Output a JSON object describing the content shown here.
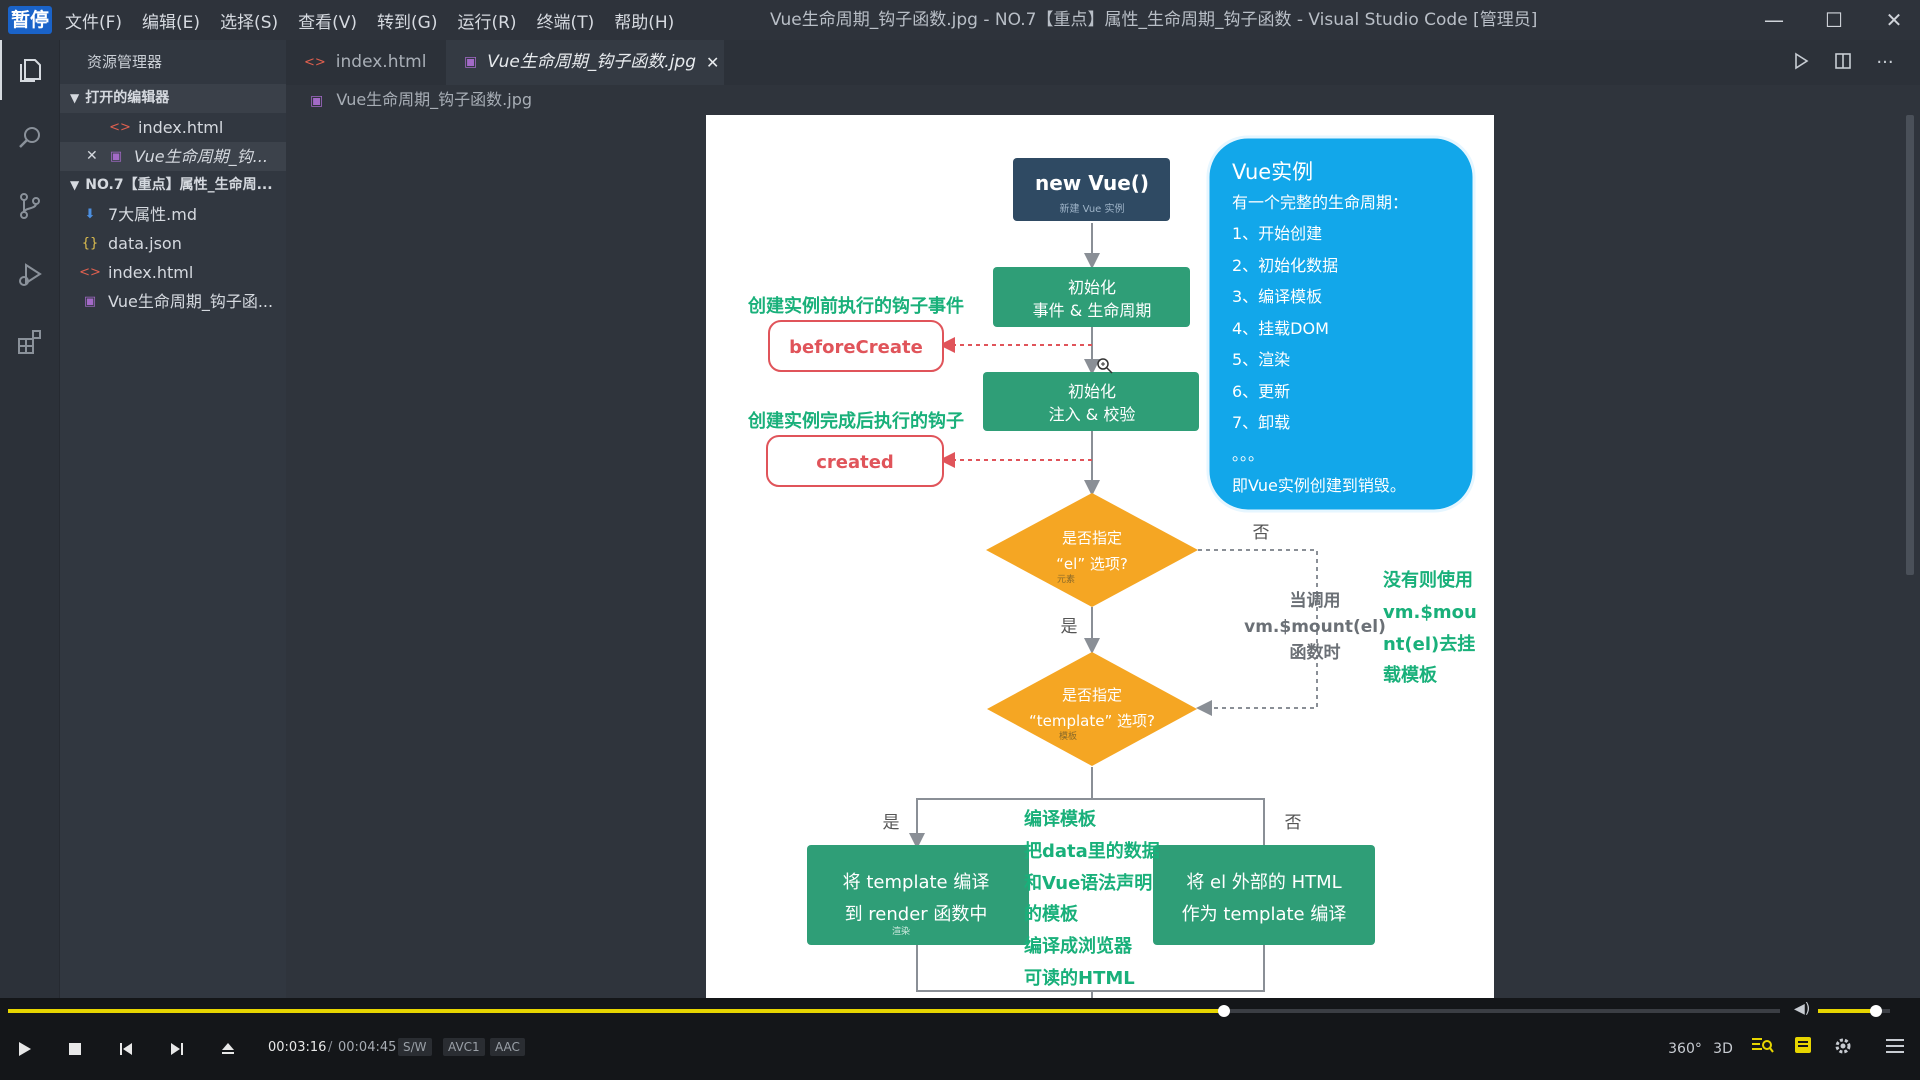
{
  "titlebar": {
    "logo_text": "暂停",
    "menu": [
      "文件(F)",
      "编辑(E)",
      "选择(S)",
      "查看(V)",
      "转到(G)",
      "运行(R)",
      "终端(T)",
      "帮助(H)"
    ],
    "window_title": "Vue生命周期_钩子函数.jpg - NO.7【重点】属性_生命周期_钩子函数 - Visual Studio Code [管理员]",
    "minimize": "—",
    "maximize": "☐",
    "close": "✕"
  },
  "sidebar": {
    "header": "资源管理器",
    "open_editors_label": "打开的编辑器",
    "open_editors": [
      {
        "name": "index.html",
        "icon": "html-icon"
      },
      {
        "name": "Vue生命周期_钩...",
        "icon": "image-icon",
        "close": "✕"
      }
    ],
    "folder_label": "NO.7【重点】属性_生命周...",
    "files": [
      {
        "name": "7大属性.md",
        "icon": "markdown-icon"
      },
      {
        "name": "data.json",
        "icon": "json-icon",
        "glyph": "{}"
      },
      {
        "name": "index.html",
        "icon": "html-icon",
        "glyph": "<>"
      },
      {
        "name": "Vue生命周期_钩子函...",
        "icon": "image-icon"
      }
    ]
  },
  "tabs": [
    {
      "label": "index.html",
      "icon": "html-icon",
      "glyph": "<>"
    },
    {
      "label": "Vue生命周期_钩子函数.jpg",
      "icon": "image-icon",
      "close": "✕"
    }
  ],
  "breadcrumb": "Vue生命周期_钩子函数.jpg",
  "diagram": {
    "new_vue": "new Vue()",
    "new_vue_sub": "新建 Vue 实例",
    "init1_line1": "初始化",
    "init1_line2": "事件 & 生命周期",
    "before_create_caption": "创建实例前执行的钩子事件",
    "before_create": "beforeCreate",
    "init2_line1": "初始化",
    "init2_line2": "注入 & 校验",
    "created_caption": "创建实例完成后执行的钩子",
    "created": "created",
    "el_q_line1": "是否指定",
    "el_q_line2": "“el” 选项?",
    "el_q_sub": "元素",
    "no1": "否",
    "yes1": "是",
    "mount_line1": "当调用",
    "mount_line2": "vm.$mount(el)",
    "mount_line3": "函数时",
    "green_note": [
      "没有则使用",
      "vm.$mou",
      "nt(el)去挂",
      "载模板"
    ],
    "tpl_q_line1": "是否指定",
    "tpl_q_line2": "“template” 选项?",
    "tpl_q_sub": "模板",
    "yes2": "是",
    "no2": "否",
    "compile_note": [
      "编译模板",
      "把data里的数据",
      "和Vue语法声明",
      "的模板",
      "编译成浏览器",
      "可读的HTML"
    ],
    "render_line1": "将 template 编译",
    "render_line2": "到 render 函数中",
    "render_sub": "渲染",
    "outer_line1": "将 el 外部的 HTML",
    "outer_line2": "作为 template 编译",
    "info_title": "Vue实例",
    "info_subtitle": "有一个完整的生命周期：",
    "info_items": [
      "1、开始创建",
      "2、初始化数据",
      "3、编译模板",
      "4、挂载DOM",
      "5、渲染",
      "6、更新",
      "7、卸载"
    ],
    "info_dots": "。。。",
    "info_footer": "即Vue实例创建到销毁。",
    "colors": {
      "green": "#2f9e77",
      "navy": "#2f4a63",
      "orange": "#f5a623",
      "red": "#e0545a",
      "blue": "#12a7ea",
      "text_green": "#19b07a"
    }
  },
  "player": {
    "current_time": "00:03:16",
    "separator": "/",
    "total_time": "00:04:45",
    "tags": [
      "S/W",
      "AVC1",
      "AAC"
    ],
    "progress": 0.686,
    "volume": 0.8,
    "right_buttons": [
      "360°",
      "3D"
    ],
    "accent": "#e7d500"
  }
}
